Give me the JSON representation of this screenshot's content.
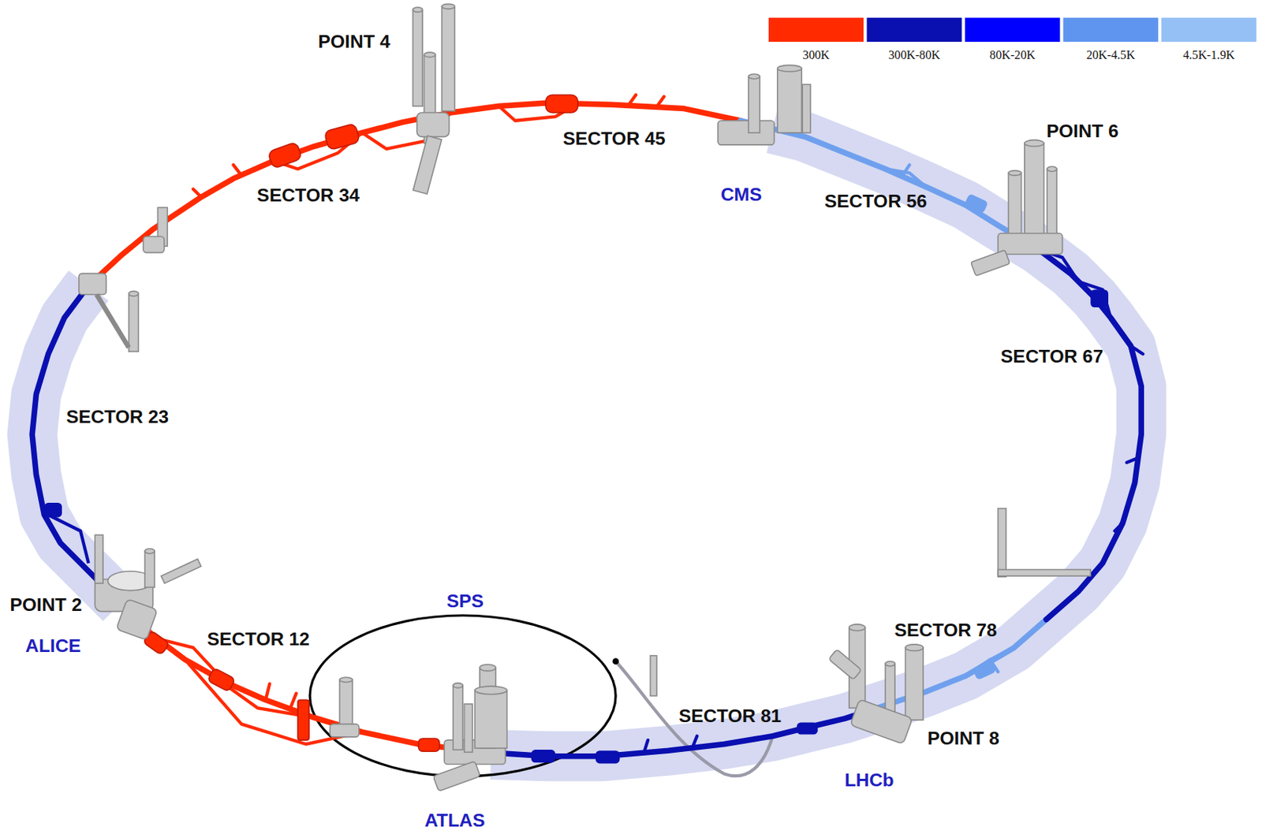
{
  "diagram": {
    "labels": [
      "POINT 4",
      "SECTOR 45",
      "CMS",
      "SECTOR 34",
      "SECTOR 56",
      "POINT 6",
      "SECTOR 67",
      "SECTOR 23",
      "POINT 2",
      "SPS",
      "SECTOR 12",
      "ALICE",
      "SECTOR 78",
      "SECTOR 81",
      "POINT 8",
      "ATLAS",
      "LHCb"
    ],
    "legend": [
      {
        "text": "300K",
        "color": "#ff2a00"
      },
      {
        "text": "300K-80K",
        "color": "#0a0fb0"
      },
      {
        "text": "80K-20K",
        "color": "#0000ff"
      },
      {
        "text": "20K-4.5K",
        "color": "#5f95ee"
      },
      {
        "text": "4.5K-1.9K",
        "color": "#94c0f5"
      }
    ]
  }
}
